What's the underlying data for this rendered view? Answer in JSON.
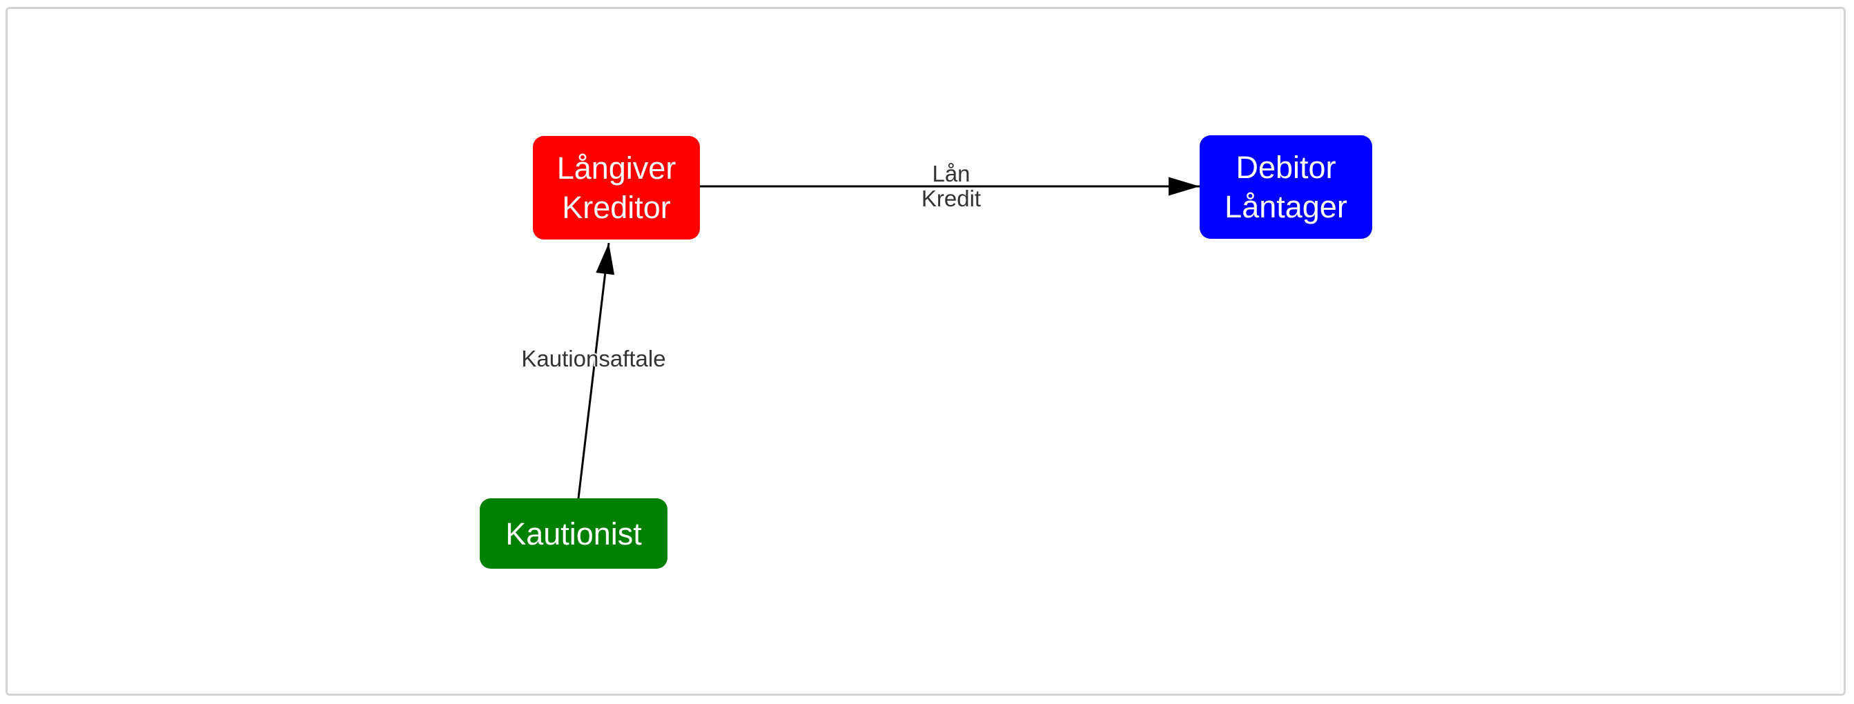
{
  "diagram": {
    "background_color": "#ffffff",
    "frame_border_color": "#d3d3d3",
    "edge_line_color": "#000000",
    "edge_label_text_color": "#333333",
    "nodes": [
      {
        "name": "langiver-kreditor",
        "lines": [
          "Långiver",
          "Kreditor"
        ],
        "fill": "#ff0000",
        "text_color": "#ffffff"
      },
      {
        "name": "debitor-lantager",
        "lines": [
          "Debitor",
          "Låntager"
        ],
        "fill": "#0000ff",
        "text_color": "#ffffff"
      },
      {
        "name": "kautionist",
        "lines": [
          "Kautionist"
        ],
        "fill": "#008000",
        "text_color": "#ffffff"
      }
    ],
    "edges": [
      {
        "name": "lan-kredit",
        "from": "Långiver Kreditor",
        "to": "Debitor Låntager",
        "label_lines": [
          "Lån",
          "Kredit"
        ]
      },
      {
        "name": "kautionsaftale",
        "from": "Kautionist",
        "to": "Långiver Kreditor",
        "label_lines": [
          "Kautionsaftale"
        ]
      }
    ]
  }
}
